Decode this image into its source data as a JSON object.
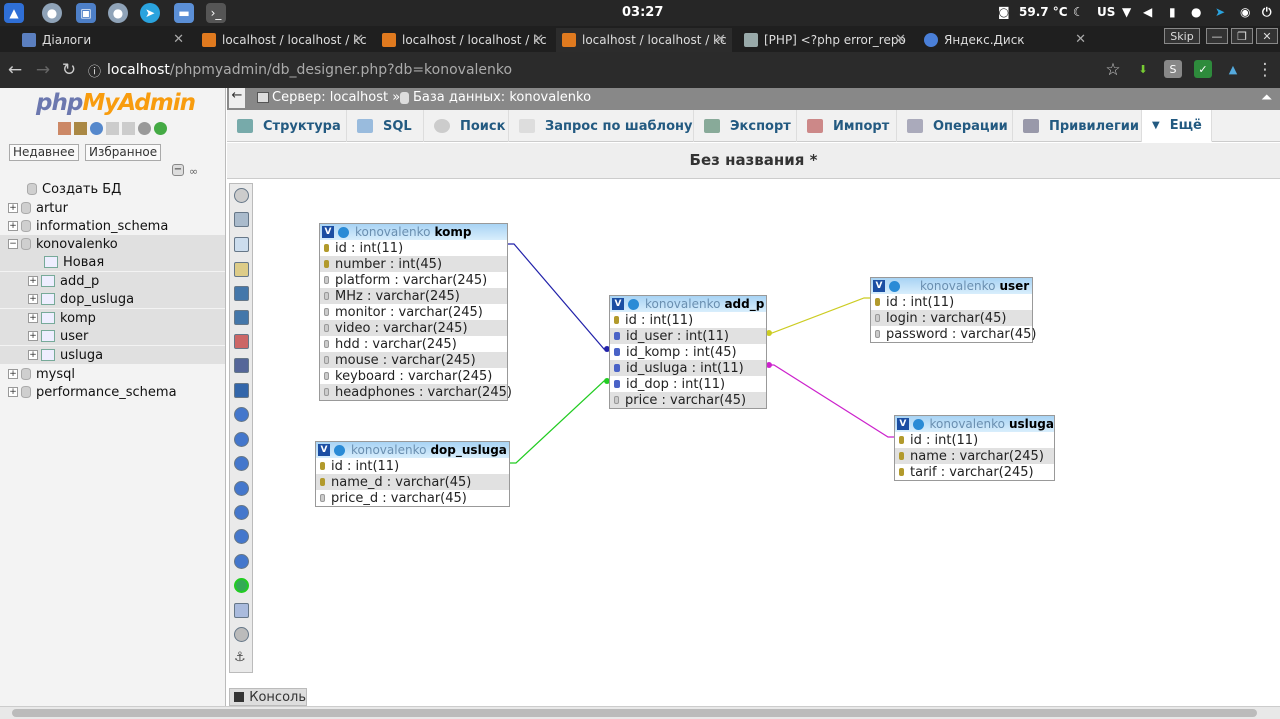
{
  "system": {
    "clock": "03:27",
    "temperature": "59.7 °C",
    "keyboard_layout": "US"
  },
  "browser_tabs": [
    {
      "label": "Діалоги",
      "color": "#5b7fbf"
    },
    {
      "label": "localhost / localhost / kc",
      "color": "#e07a1f"
    },
    {
      "label": "localhost / localhost / kc",
      "color": "#e07a1f"
    },
    {
      "label": "localhost / localhost / kc",
      "color": "#e07a1f",
      "active": true
    },
    {
      "label": "[PHP] <?php error_repo",
      "color": "#9aa"
    },
    {
      "label": "Яндекс.Диск",
      "color": "#4a7fd8"
    }
  ],
  "window_controls": {
    "skip": "Skip"
  },
  "address": {
    "host": "localhost",
    "path": "/phpmyadmin/db_designer.php?db=konovalenko"
  },
  "leftnav": {
    "logo_php": "php",
    "logo_myadmin": "MyAdmin",
    "recent_label": "Недавнее",
    "favorites_label": "Избранное",
    "tree": [
      {
        "label": "Создать БД",
        "level": 1
      },
      {
        "label": "artur",
        "level": 0
      },
      {
        "label": "information_schema",
        "level": 0
      },
      {
        "label": "konovalenko",
        "level": 0
      },
      {
        "label": "Новая",
        "level": 2
      },
      {
        "label": "add_p",
        "level": 2
      },
      {
        "label": "dop_usluga",
        "level": 2
      },
      {
        "label": "komp",
        "level": 2
      },
      {
        "label": "user",
        "level": 2
      },
      {
        "label": "usluga",
        "level": 2
      },
      {
        "label": "mysql",
        "level": 0
      },
      {
        "label": "performance_schema",
        "level": 0
      }
    ]
  },
  "breadcrumb": {
    "server": "Сервер: localhost »",
    "database": "База данных: konovalenko"
  },
  "menu_tabs": [
    {
      "label": "Структура"
    },
    {
      "label": "SQL"
    },
    {
      "label": "Поиск"
    },
    {
      "label": "Запрос по шаблону"
    },
    {
      "label": "Экспорт"
    },
    {
      "label": "Импорт"
    },
    {
      "label": "Операции"
    },
    {
      "label": "Привилегии"
    },
    {
      "label": "Ещё"
    }
  ],
  "page_title": "Без названия *",
  "designer": {
    "db": "konovalenko",
    "tables": [
      {
        "name": "komp",
        "columns": [
          "id : int(11)",
          "number : int(45)",
          "platform : varchar(245)",
          "MHz : varchar(245)",
          "monitor : varchar(245)",
          "video : varchar(245)",
          "hdd : varchar(245)",
          "mouse : varchar(245)",
          "keyboard : varchar(245)",
          "headphones : varchar(245)"
        ]
      },
      {
        "name": "dop_usluga",
        "columns": [
          "id : int(11)",
          "name_d : varchar(45)",
          "price_d : varchar(45)"
        ]
      },
      {
        "name": "add_p",
        "columns": [
          "id : int(11)",
          "id_user : int(11)",
          "id_komp : int(45)",
          "id_usluga : int(11)",
          "id_dop : int(11)",
          "price : varchar(45)"
        ]
      },
      {
        "name": "user",
        "columns": [
          "id : int(11)",
          "login : varchar(45)",
          "password : varchar(45)"
        ]
      },
      {
        "name": "usluga",
        "columns": [
          "id : int(11)",
          "name : varchar(245)",
          "tarif : varchar(245)"
        ]
      }
    ],
    "relation_colors": {
      "komp": "#2222aa",
      "dop_usluga": "#22cc22",
      "user": "#cccc22",
      "usluga": "#cc22cc"
    }
  },
  "console_label": "Консоль"
}
